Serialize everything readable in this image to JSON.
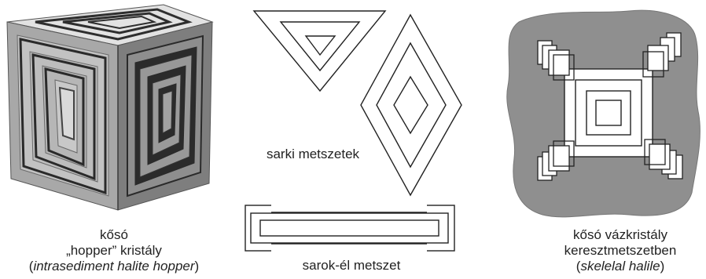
{
  "captions": {
    "hopper": {
      "line1": "kősó",
      "line2": "„hopper” kristály",
      "line3_open": "(",
      "line3_italic": "intrasediment halite hopper",
      "line3_close": ")"
    },
    "corner_sections": "sarki metszetek",
    "edge_section": "sarok-él metszet",
    "skeletal": {
      "line1": "kősó vázkristály",
      "line2": "keresztmetszetben",
      "line3_open": "(",
      "line3_italic": "skelelal halile",
      "line3_close": ")"
    }
  },
  "colors": {
    "background": "#ffffff",
    "outline": "#222222",
    "sediment": "#8f8f8f",
    "cube_top": "#e4e4e4",
    "cube_left": "#a9a9a9",
    "cube_right": "#7c7c7c",
    "cube_dark": "#2a2a2a"
  }
}
